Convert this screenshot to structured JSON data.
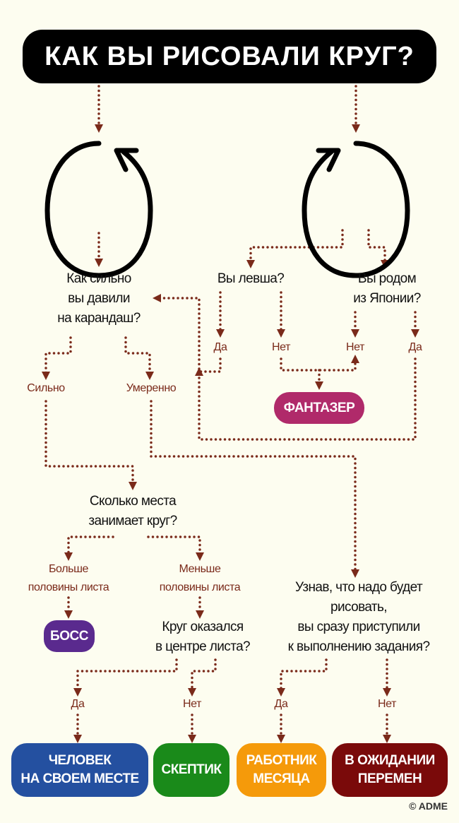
{
  "title": "КАК ВЫ РИСОВАЛИ КРУГ?",
  "questions": {
    "pressure": [
      "Как сильно",
      "вы давили",
      "на карандаш?"
    ],
    "lefty": "Вы левша?",
    "japan": [
      "Вы родом",
      "из Японии?"
    ],
    "space": [
      "Сколько места",
      "занимает круг?"
    ],
    "center": [
      "Круг оказался",
      "в центре листа?"
    ],
    "start": [
      "Узнав, что надо будет",
      "рисовать,",
      "вы сразу приступили",
      "к выполнению задания?"
    ]
  },
  "labels": {
    "yes": "Да",
    "no": "Нет",
    "strong": "Сильно",
    "moderate": "Умеренно",
    "more": [
      "Больше",
      "половины листа"
    ],
    "less": [
      "Меньше",
      "половины листа"
    ]
  },
  "results": {
    "dreamer": {
      "label": "ФАНТАЗЕР",
      "color": "#b02a6a"
    },
    "boss": {
      "label": "БОСС",
      "color": "#5a2a8e"
    },
    "right_place": {
      "label": [
        "ЧЕЛОВЕК",
        "НА СВОЕМ МЕСТЕ"
      ],
      "color": "#2450a0"
    },
    "skeptic": {
      "label": "СКЕПТИК",
      "color": "#1a8a1a"
    },
    "employee": {
      "label": [
        "РАБОТНИК",
        "МЕСЯЦА"
      ],
      "color": "#f59a0a"
    },
    "waiting": {
      "label": [
        "В ОЖИДАНИИ",
        "ПЕРЕМЕН"
      ],
      "color": "#7a0a0a"
    }
  },
  "copyright": "© ADME",
  "colors": {
    "connector": "#7a2a1a",
    "background": "#fdfdf0"
  }
}
